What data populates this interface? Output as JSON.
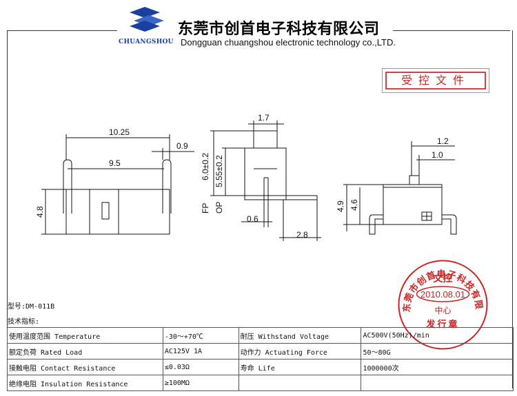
{
  "header": {
    "logo_text": "CHUANGSHOU",
    "company_cn": "东莞市创首电子科技有限公司",
    "company_en": "Dongguan chuangshou electronic technology co.,LTD.",
    "colors": {
      "logo_blue": "#1a3f9e",
      "stamp_red": "#cc2222"
    }
  },
  "badge": {
    "label": "受控文件"
  },
  "dimensions": {
    "front_width_outer": "10.25",
    "front_width_inner": "9.5",
    "front_pin_offset": "0.9",
    "front_height": "4.8",
    "side_top": "1.7",
    "side_fp": "6.0±0.2",
    "side_op": "5.55±0.2",
    "side_fp_label": "FP",
    "side_op_label": "OP",
    "side_pin": "0.6",
    "side_pitch": "2.8",
    "right_top1": "1.2",
    "right_top2": "1.0",
    "right_h1": "4.9",
    "right_h2": "4.6"
  },
  "stamp": {
    "ring_text": "东莞市创首电子科技有限公司",
    "center_top": "文控",
    "date": "2010.08.01",
    "center_bottom": "中心",
    "bottom_text": "发行章"
  },
  "model": {
    "label": "型号:DM-011B"
  },
  "spec_title": "技术指标:",
  "specs": [
    {
      "k1": "使用温度范围 Temperature",
      "v1": "-30～+70℃",
      "k2": "耐压 Withstand Voltage",
      "v2": "AC500V(50Hz)/min"
    },
    {
      "k1": "额定负荷 Rated Load",
      "v1": "AC125V 1A",
      "k2": "动作力 Actuating Force",
      "v2": "50～80G"
    },
    {
      "k1": "接触电阻 Contact Resistance",
      "v1": "≤0.03Ω",
      "k2": "寿命 Life",
      "v2": "1000000次"
    },
    {
      "k1": "绝缘电阻 Insulation Resistance",
      "v1": "≥100MΩ",
      "k2": "",
      "v2": ""
    }
  ]
}
